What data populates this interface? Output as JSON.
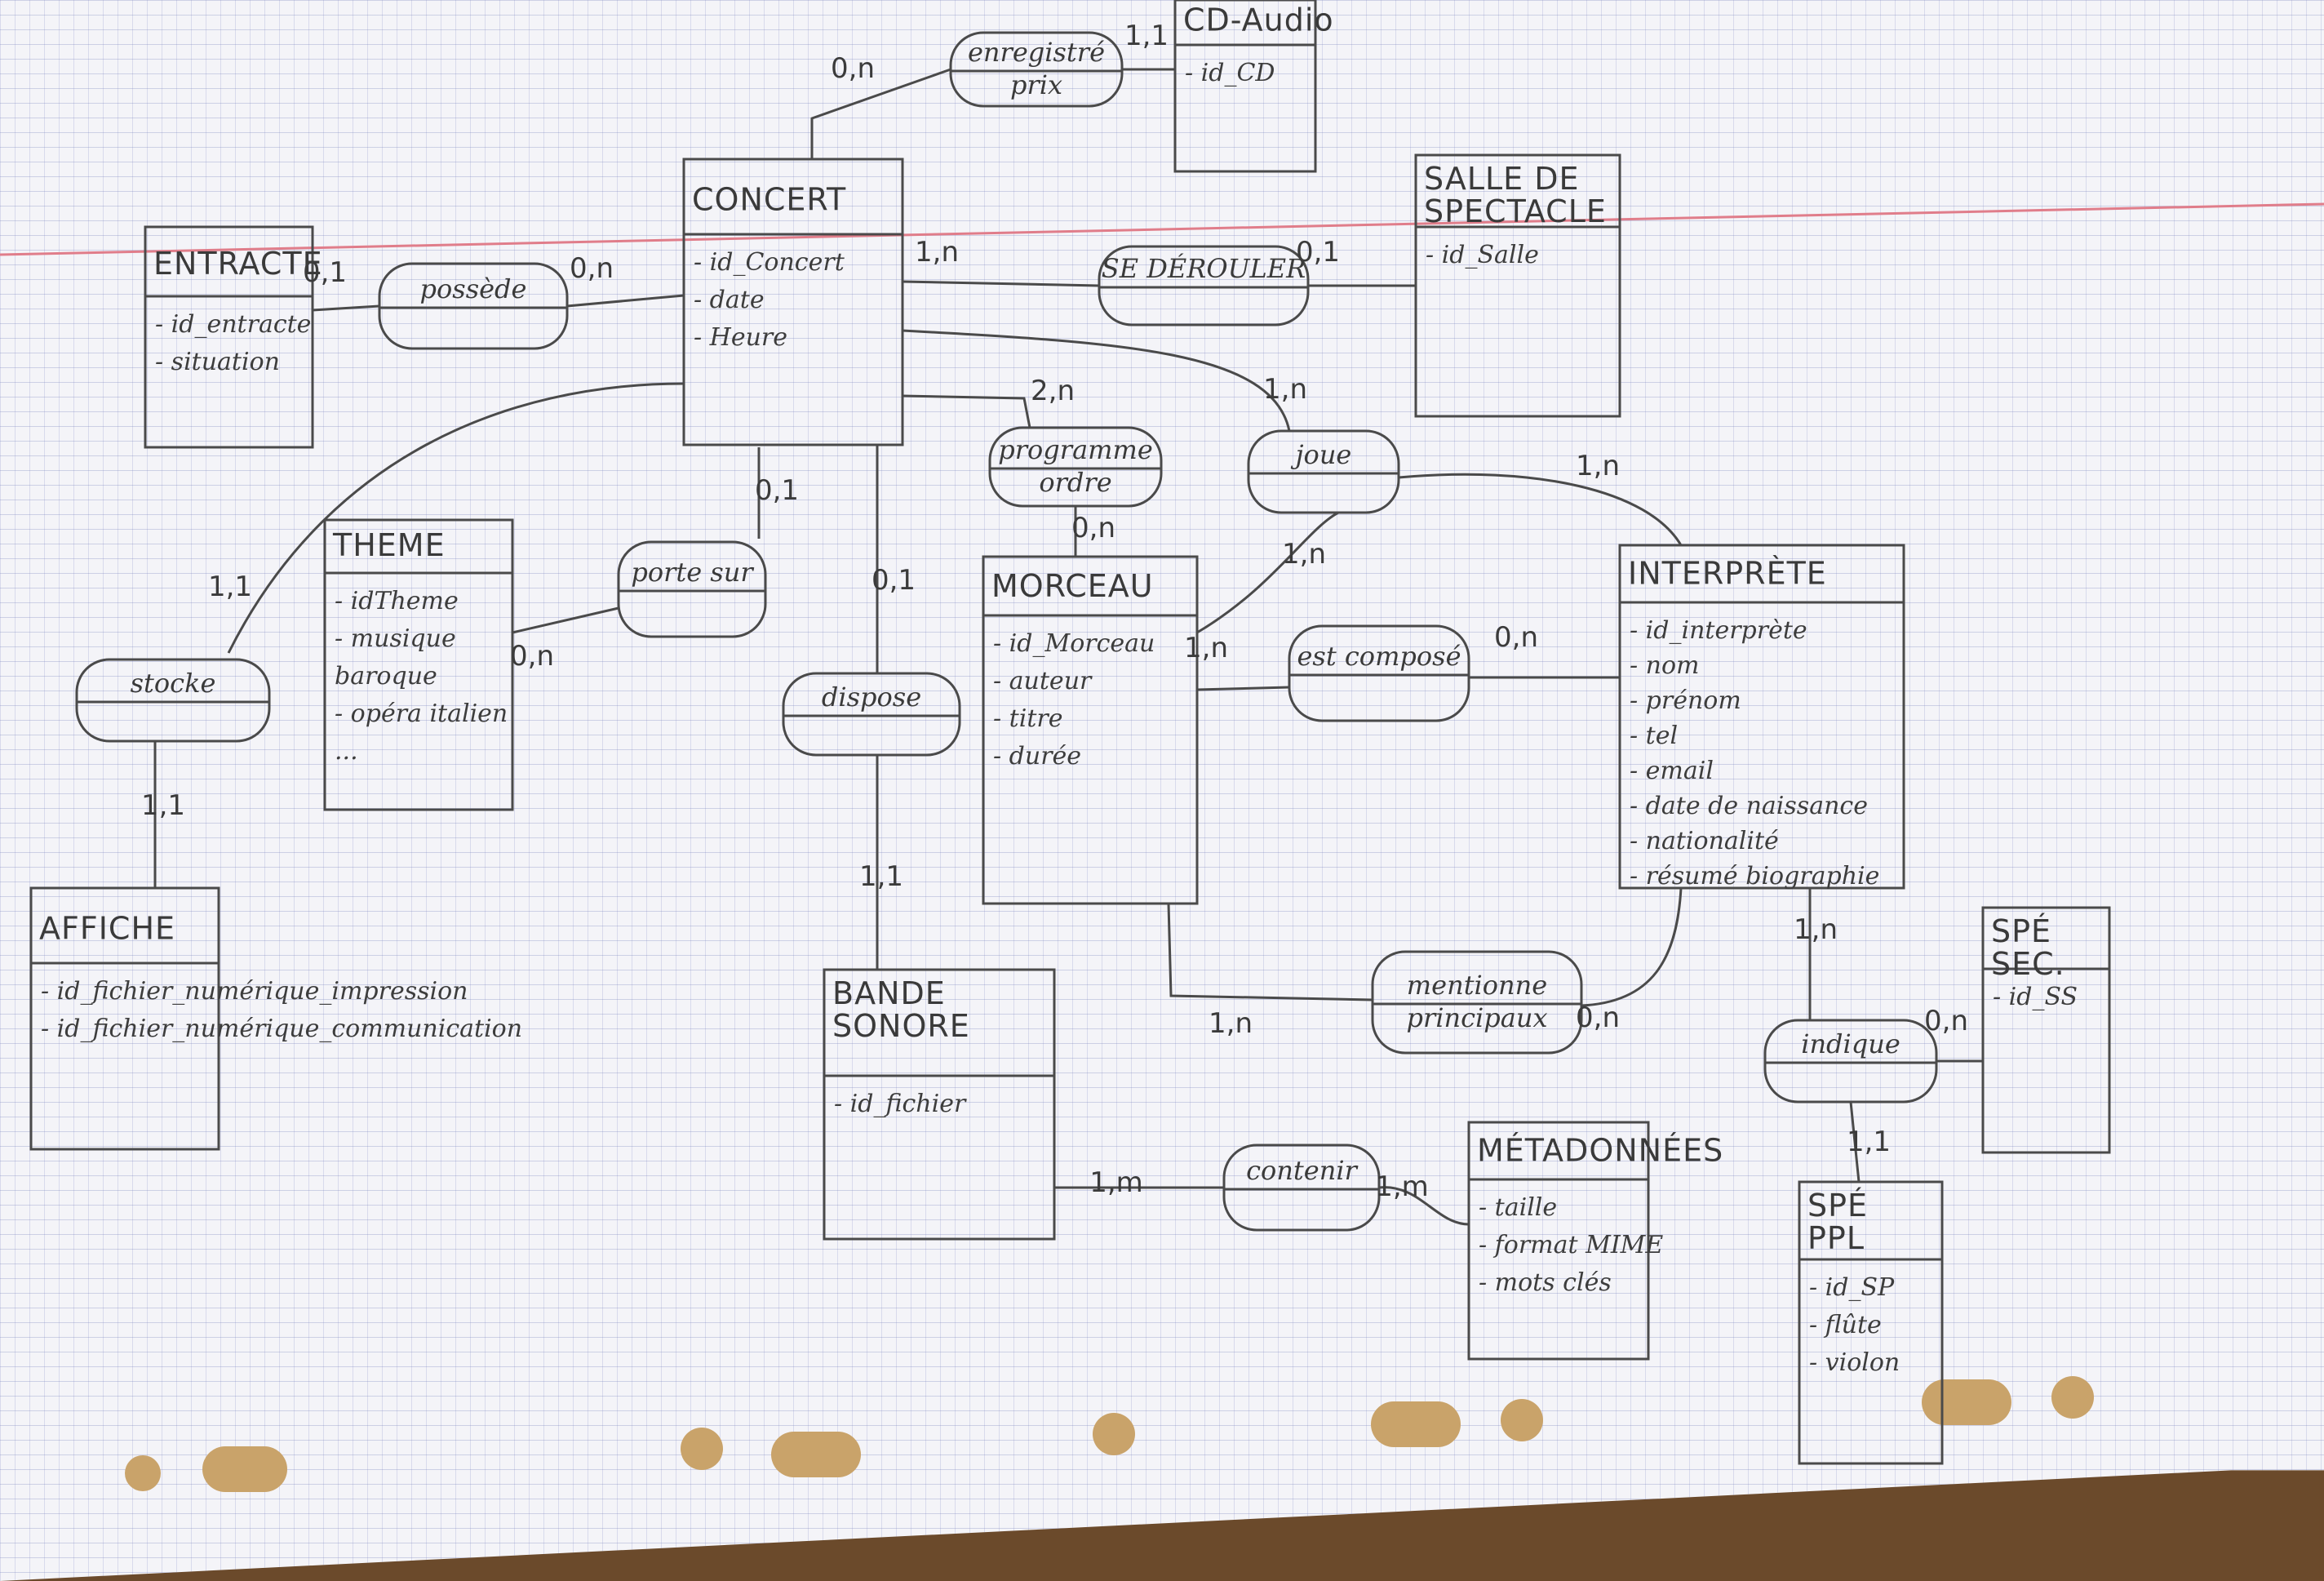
{
  "entities": [
    {
      "id": "concert",
      "title": [
        "CONCERT"
      ],
      "attrs": [
        "- id_Concert",
        "- date",
        "- Heure"
      ]
    },
    {
      "id": "cd",
      "title": [
        "CD-Audio"
      ],
      "attrs": [
        "- id_CD"
      ]
    },
    {
      "id": "salle",
      "title": [
        "SALLE DE",
        "SPECTACLE"
      ],
      "attrs": [
        "- id_Salle"
      ]
    },
    {
      "id": "entracte",
      "title": [
        "ENTRACTE"
      ],
      "attrs": [
        "- id_entracte",
        "- situation"
      ]
    },
    {
      "id": "theme",
      "title": [
        "THEME"
      ],
      "attrs": [
        "- idTheme",
        "- musique",
        "baroque",
        "- opéra italien",
        "..."
      ]
    },
    {
      "id": "morceau",
      "title": [
        "MORCEAU"
      ],
      "attrs": [
        "- id_Morceau",
        "- auteur",
        "- titre",
        "- durée"
      ]
    },
    {
      "id": "interprete",
      "title": [
        "INTERPRÈTE"
      ],
      "attrs": [
        "- id_interprète",
        "- nom",
        "- prénom",
        "- tel",
        "- email",
        "- date de naissance",
        "- nationalité",
        "- résumé biographie"
      ]
    },
    {
      "id": "affiche",
      "title": [
        "AFFICHE"
      ],
      "attrs": [
        "- id_fichier_numérique_impression",
        "- id_fichier_numérique_communication"
      ]
    },
    {
      "id": "bande",
      "title": [
        "BANDE",
        "SONORE"
      ],
      "attrs": [
        "- id_fichier"
      ]
    },
    {
      "id": "metadonnees",
      "title": [
        "MÉTADONNÉES"
      ],
      "attrs": [
        "- taille",
        "- format MIME",
        "- mots clés"
      ]
    },
    {
      "id": "spe_sec",
      "title": [
        "SPÉ",
        "SEC."
      ],
      "attrs": [
        "- id_SS"
      ]
    },
    {
      "id": "spe_ppl",
      "title": [
        "SPÉ",
        "PPL"
      ],
      "attrs": [
        "- id_SP",
        "- flûte",
        "- violon"
      ]
    }
  ],
  "relations": [
    {
      "id": "enregistre",
      "lines": [
        "enregistré",
        "prix"
      ]
    },
    {
      "id": "possede",
      "lines": [
        "possède"
      ]
    },
    {
      "id": "derouler",
      "lines": [
        "SE DÉROULER"
      ]
    },
    {
      "id": "programme",
      "lines": [
        "programme",
        "ordre"
      ]
    },
    {
      "id": "joue",
      "lines": [
        "joue"
      ]
    },
    {
      "id": "porte",
      "lines": [
        "porte sur"
      ]
    },
    {
      "id": "stocke",
      "lines": [
        "stocke"
      ]
    },
    {
      "id": "dispose",
      "lines": [
        "dispose"
      ]
    },
    {
      "id": "compose",
      "lines": [
        "est composé"
      ]
    },
    {
      "id": "mentionne",
      "lines": [
        "mentionne",
        "principaux"
      ]
    },
    {
      "id": "contenir",
      "lines": [
        "contenir"
      ]
    },
    {
      "id": "indique",
      "lines": [
        "indique"
      ]
    }
  ],
  "cardinalities": [
    "0,n",
    "1,1",
    "0,1",
    "0,n",
    "1,n",
    "0,1",
    "2,n",
    "0,n",
    "1,n",
    "1,n",
    "1,n",
    "0,1",
    "0,n",
    "1,1",
    "1,1",
    "0,1",
    "1,1",
    "1,n",
    "0,n",
    "1,n",
    "0,n",
    "1,m",
    "1,m",
    "1,n",
    "0,n",
    "1,1"
  ]
}
